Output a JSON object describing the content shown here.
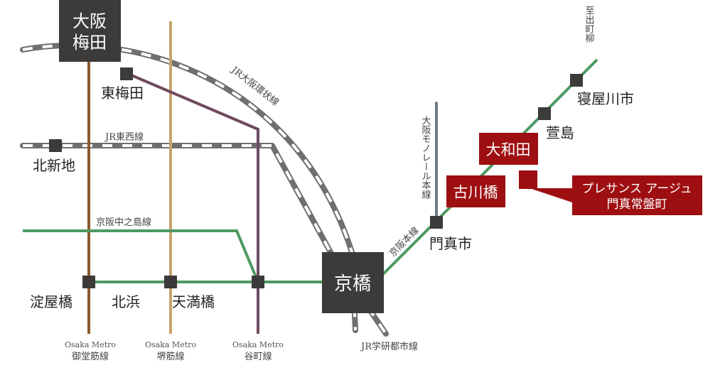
{
  "colors": {
    "midosuji": "#8a5a2e",
    "sakaisuji": "#c9a26a",
    "tanimachi": "#6e4a5e",
    "keihan": "#4e9a63",
    "jr": "#777777",
    "monorail": "#6b7a86",
    "station": "#3d3b39",
    "highlight": "#9e0f12"
  },
  "major_stations": {
    "umeda_l1": "大阪",
    "umeda_l2": "梅田",
    "kyobashi": "京橋"
  },
  "stations": {
    "higashi_umeda": "東梅田",
    "kitashinchi": "北新地",
    "yodoyabashi": "淀屋橋",
    "kitahama": "北浜",
    "temmabashi": "天満橋",
    "kadomashi": "門真市",
    "kayashima": "萱島",
    "neyagawashi": "寝屋川市"
  },
  "highlight_stations": {
    "owada": "大和田",
    "furukawabashi": "古川橋"
  },
  "property": {
    "line1": "プレサンス アージュ",
    "line2": "門真常盤町"
  },
  "lines": {
    "loop": "JR大阪環状線",
    "tozai": "JR東西線",
    "nakanoshima": "京阪中之島線",
    "keihan_main": "京阪本線",
    "monorail": "大阪モノレール本線",
    "gakkentoshi": "JR学研都市線",
    "metro_prefix": "Osaka Metro",
    "midosuji": "御堂筋線",
    "sakaisuji": "堺筋線",
    "tanimachi": "谷町線"
  },
  "direction": "至出町柳"
}
